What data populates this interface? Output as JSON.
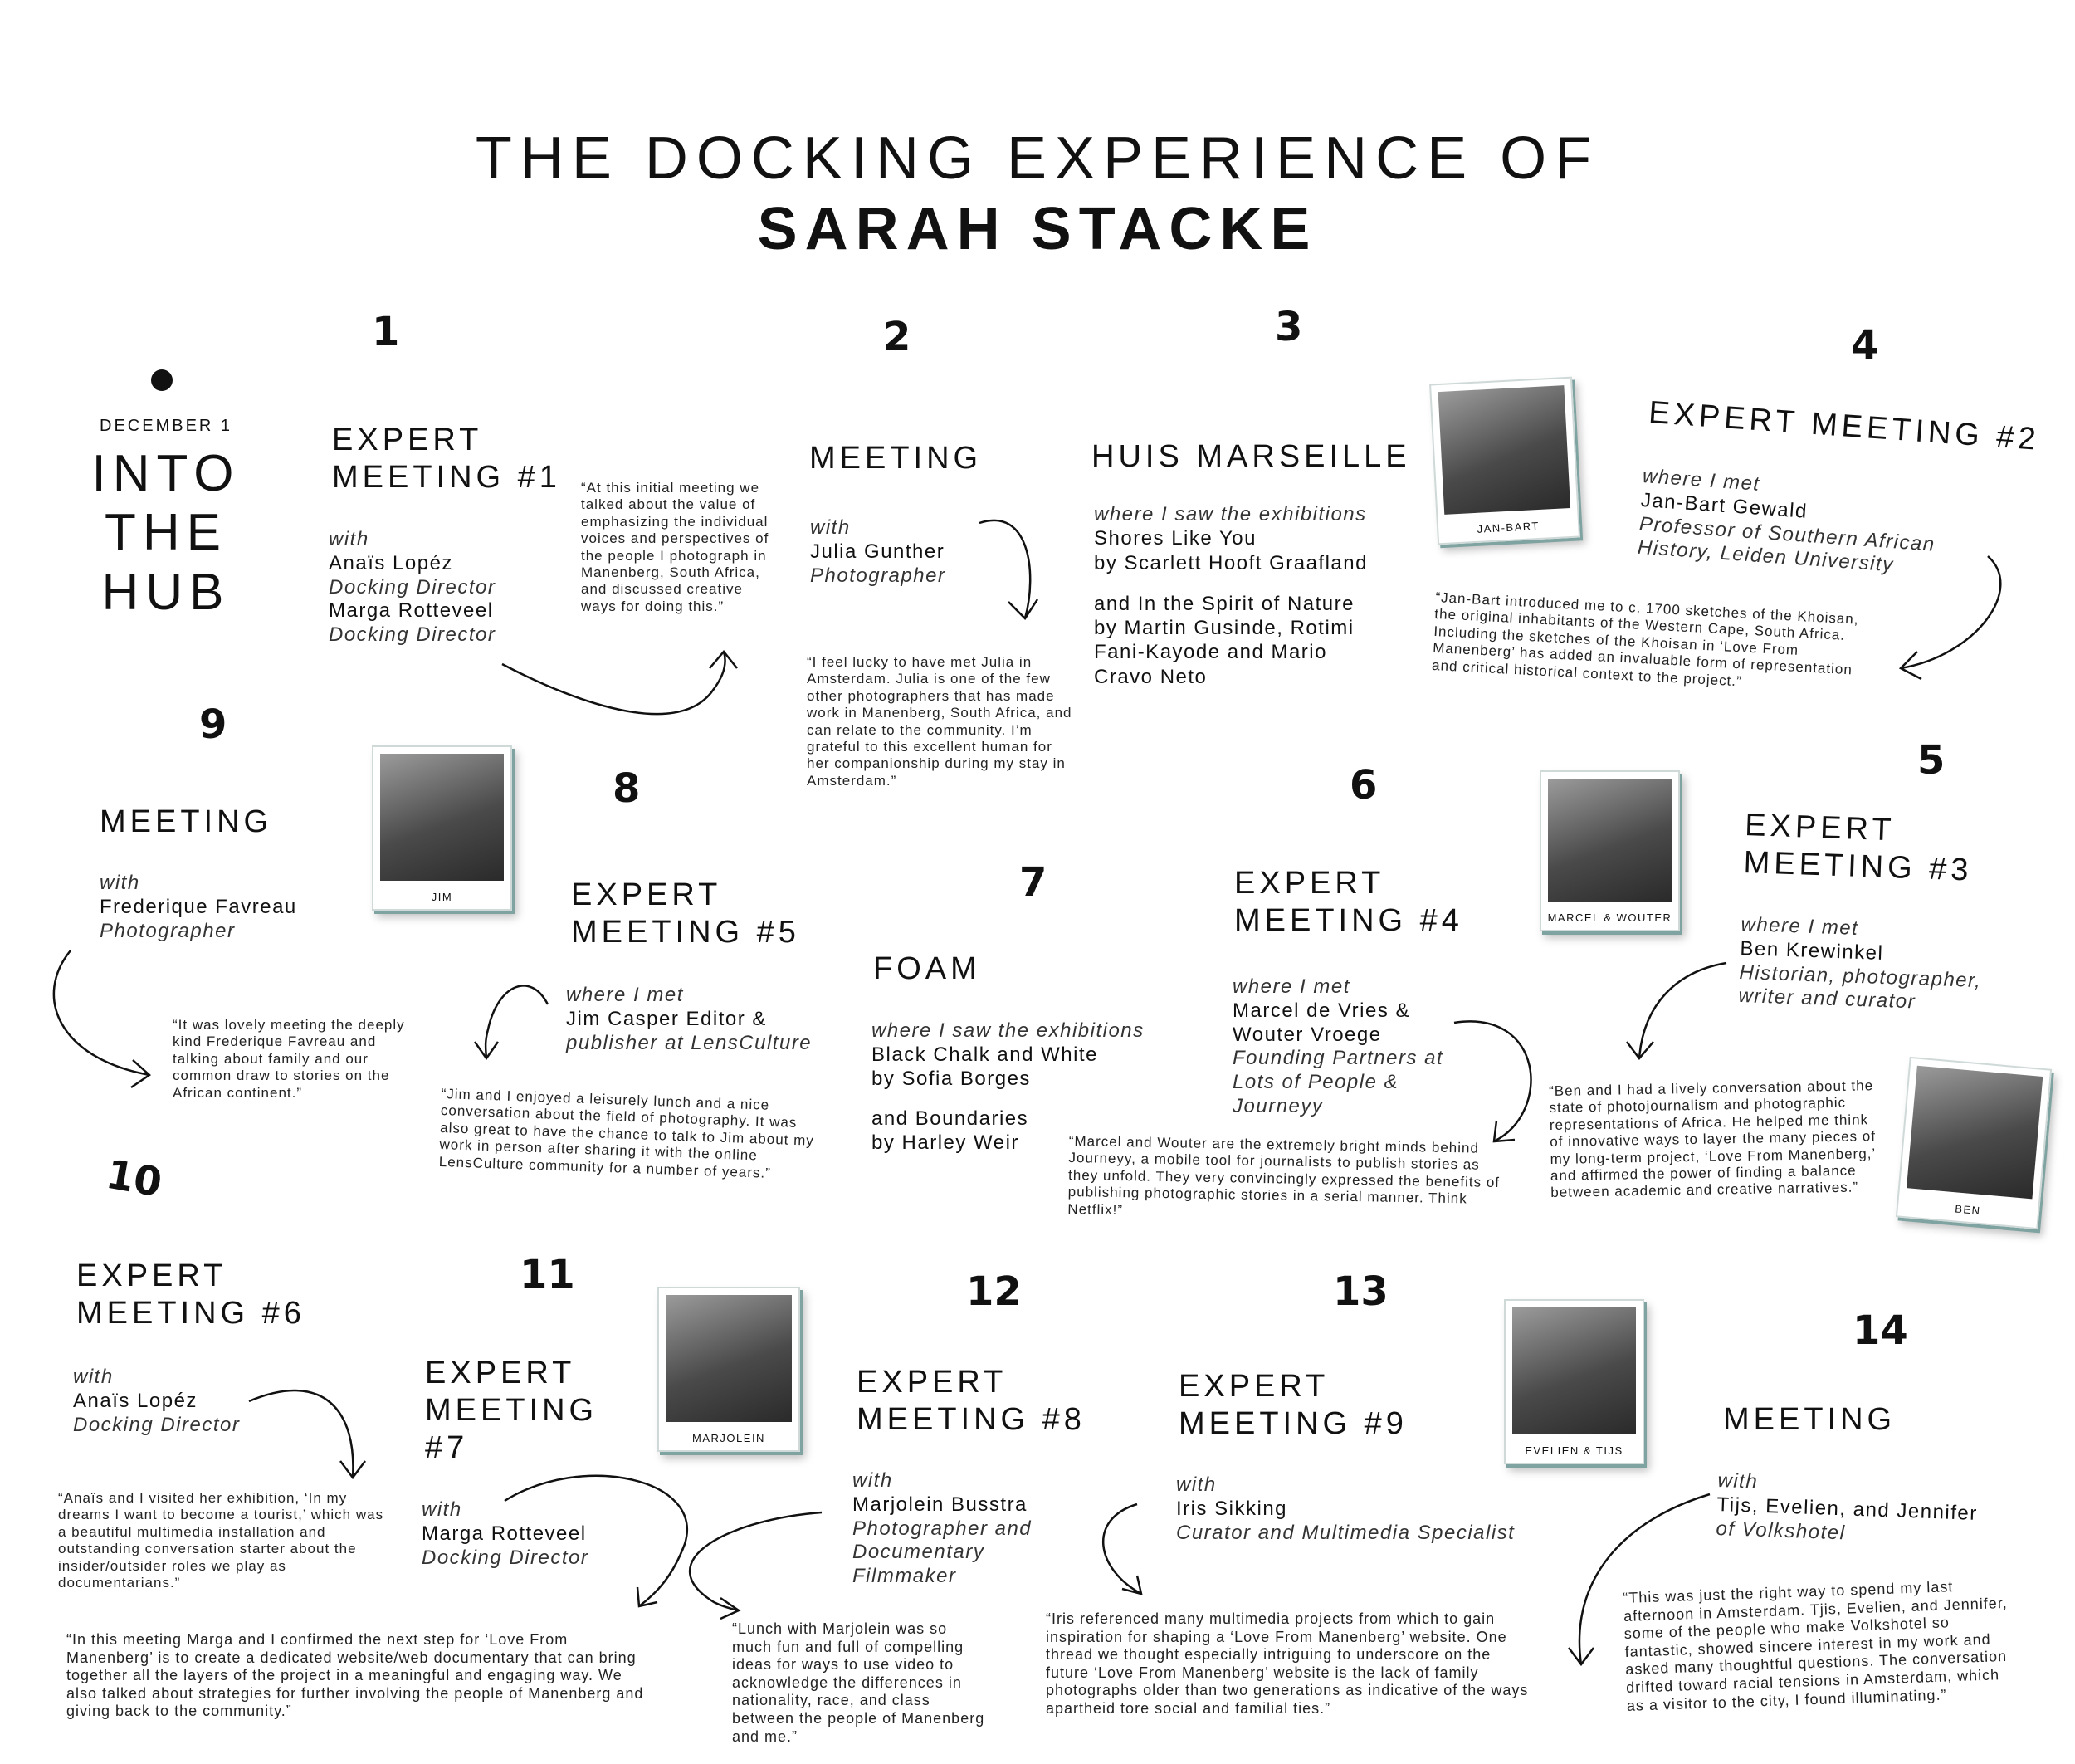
{
  "title": {
    "line1": "THE DOCKING EXPERIENCE OF",
    "line2": "SARAH STACKE"
  },
  "hub": {
    "date": "DECEMBER 1",
    "lines": [
      "INTO",
      "THE",
      "HUB"
    ]
  },
  "entries": {
    "e1": {
      "num": "1",
      "head": [
        "EXPERT",
        "MEETING #1"
      ],
      "label": "with",
      "lines": [
        "Anaïs Lopéz",
        "Docking Director",
        "Marga Rotteveel",
        "Docking Director"
      ],
      "quote": "“At this initial meeting we talked about the value of emphasizing the individual voices and perspectives of the people I photograph in Manenberg, South Africa, and discussed creative ways for doing this.”"
    },
    "e2": {
      "num": "2",
      "head": [
        "MEETING"
      ],
      "label": "with",
      "lines": [
        "Julia Gunther",
        "Photographer"
      ],
      "quote": "“I feel lucky to have met Julia in Amsterdam. Julia is one of the few other photographers that has made work in Manenberg, South Africa, and can relate to the community. I’m grateful to this excellent human for her companionship during my stay in Amsterdam.”"
    },
    "e3": {
      "num": "3",
      "head": [
        "HUIS MARSEILLE"
      ],
      "label": "where I saw the exhibitions",
      "lines": [
        "Shores Like You",
        "by Scarlett Hooft Graafland",
        "and In the Spirit of Nature",
        "by Martin Gusinde, Rotimi",
        "Fani-Kayode and Mario",
        "Cravo Neto"
      ]
    },
    "e4": {
      "num": "4",
      "head": [
        "EXPERT MEETING #2"
      ],
      "label": "where I met",
      "lines": [
        "Jan-Bart Gewald",
        "Professor of Southern African",
        "History, Leiden University"
      ],
      "photo": "JAN-BART",
      "quote": "“Jan-Bart introduced me to c. 1700 sketches of the Khoisan, the original inhabitants of the Western Cape, South Africa. Including the sketches of the Khoisan in ‘Love From Manenberg’ has added an invaluable form of representation and critical historical context to the project.”"
    },
    "e5": {
      "num": "5",
      "head": [
        "EXPERT",
        "MEETING #3"
      ],
      "label": "where I met",
      "lines": [
        "Ben Krewinkel",
        "Historian, photographer,",
        "writer and curator"
      ],
      "photo": "BEN",
      "quote": "“Ben and I had a lively conversation about the state of photojournalism and photographic representations of Africa. He helped me think of innovative ways to layer the many pieces of my long-term project, ‘Love From Manenberg,’ and affirmed the power of finding a balance between academic and creative narratives.”"
    },
    "e6": {
      "num": "6",
      "head": [
        "EXPERT",
        "MEETING #4"
      ],
      "label": "where I met",
      "lines": [
        "Marcel de Vries &",
        "Wouter Vroege",
        "Founding Partners at",
        "Lots of People &",
        "Journeyy"
      ],
      "photo": "MARCEL & WOUTER",
      "quote": "“Marcel and Wouter are the extremely bright minds behind Journeyy, a mobile tool for journalists to publish stories as they unfold. They very convincingly expressed the benefits of publishing photographic stories in a serial manner. Think Netflix!”"
    },
    "e7": {
      "num": "7",
      "head": [
        "FOAM"
      ],
      "label": "where I saw the exhibitions",
      "lines": [
        "Black Chalk and White",
        "by Sofia Borges",
        "and Boundaries",
        "by Harley Weir"
      ]
    },
    "e8": {
      "num": "8",
      "head": [
        "EXPERT",
        "MEETING #5"
      ],
      "label": "where I met",
      "lines": [
        "Jim Casper Editor &",
        "publisher at LensCulture"
      ],
      "photo": "JIM",
      "quote": "“Jim and I enjoyed a leisurely lunch and a nice conversation about the field of photography. It was also great to have the chance to talk to Jim about my work in person after sharing it with the online LensCulture community for a number of years.”"
    },
    "e9": {
      "num": "9",
      "head": [
        "MEETING"
      ],
      "label": "with",
      "lines": [
        "Frederique Favreau",
        "Photographer"
      ],
      "quote": "“It was lovely meeting the deeply kind Frederique Favreau and talking about family and our common draw to stories on the African continent.”"
    },
    "e10": {
      "num": "10",
      "head": [
        "EXPERT",
        "MEETING #6"
      ],
      "label": "with",
      "lines": [
        "Anaïs Lopéz",
        "Docking Director"
      ],
      "quote": "“Anaïs and I visited her exhibition, ‘In my dreams I want to become a tourist,’ which was a beautiful multimedia installation and outstanding conversation starter about the insider/outsider roles we play as documentarians.”"
    },
    "e11": {
      "num": "11",
      "head": [
        "EXPERT",
        "MEETING",
        "#7"
      ],
      "label": "with",
      "lines": [
        "Marga Rotteveel",
        "Docking Director"
      ],
      "quote": "“In this meeting Marga and I confirmed the next step for ‘Love From Manenberg’ is to create a dedicated website/web documentary that can bring together all the layers of the project in a meaningful and engaging way. We also talked about strategies for further involving the people of Manenberg and giving back to the community.”"
    },
    "e12": {
      "num": "12",
      "head": [
        "EXPERT",
        "MEETING #8"
      ],
      "label": "with",
      "lines": [
        "Marjolein Busstra",
        "Photographer and",
        "Documentary",
        "Filmmaker"
      ],
      "photo": "MARJOLEIN",
      "quote": "“Lunch with Marjolein was so much fun and full of compelling ideas for ways to use video to acknowledge the differences in nationality, race, and class between the people of Manenberg and me.”"
    },
    "e13": {
      "num": "13",
      "head": [
        "EXPERT",
        "MEETING #9"
      ],
      "label": "with",
      "lines": [
        "Iris Sikking",
        "Curator and Multimedia Specialist"
      ],
      "photo": "EVELIEN & TIJS",
      "quote": "“Iris referenced many multimedia projects from which to gain inspiration for shaping a ‘Love From Manenberg’ website. One thread we thought especially intriguing to underscore on the future ‘Love From Manenberg’ website is the lack of family photographs older than two generations as indicative of the ways apartheid tore social and familial ties.”"
    },
    "e14": {
      "num": "14",
      "head": [
        "MEETING"
      ],
      "label": "with",
      "lines": [
        "Tijs, Evelien, and Jennifer",
        "of Volkshotel"
      ],
      "quote": "“This was just the right way to spend my last afternoon in Amsterdam. Tjis, Evelien, and Jennifer, some of the people who make Volkshotel so fantastic, showed sincere interest in my work and asked many thoughtful questions. The conversation drifted toward racial tensions in Amsterdam, which as a visitor to the city, I found illuminating.”"
    }
  }
}
